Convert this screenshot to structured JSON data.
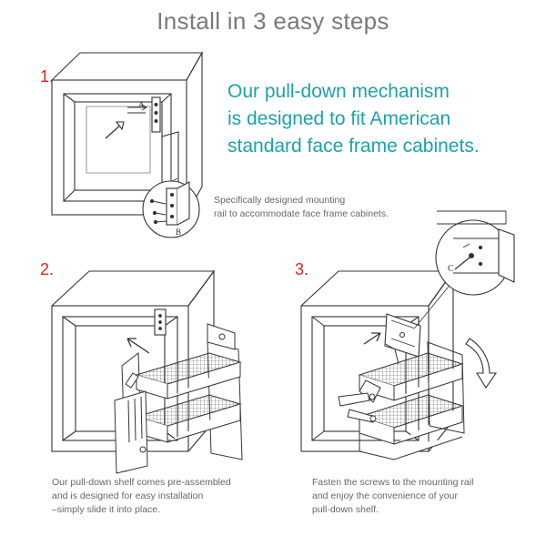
{
  "title": "Install in 3 easy steps",
  "steps": [
    {
      "number": "1."
    },
    {
      "number": "2."
    },
    {
      "number": "3."
    }
  ],
  "headline": {
    "lines": [
      "Our pull-down mechanism",
      "is designed to fit American",
      "standard face frame cabinets."
    ]
  },
  "captions": {
    "step1": [
      "Specifically designed mounting",
      "rail to accommodate face frame cabinets."
    ],
    "step2": [
      "Our pull-down shelf comes pre-assembled",
      "and is designed for easy installation",
      "–simply slide it into place."
    ],
    "step3": [
      "Fasten the screws to the mounting rail",
      "and enjoy the convenience of your",
      "pull-down shelf."
    ]
  },
  "callout_letters": {
    "a": "A",
    "b": "B",
    "c": "C"
  },
  "colors": {
    "title": "#7a7a7a",
    "step_number": "#e02020",
    "headline": "#1aa3a8",
    "caption": "#666666",
    "line": "#333333"
  }
}
